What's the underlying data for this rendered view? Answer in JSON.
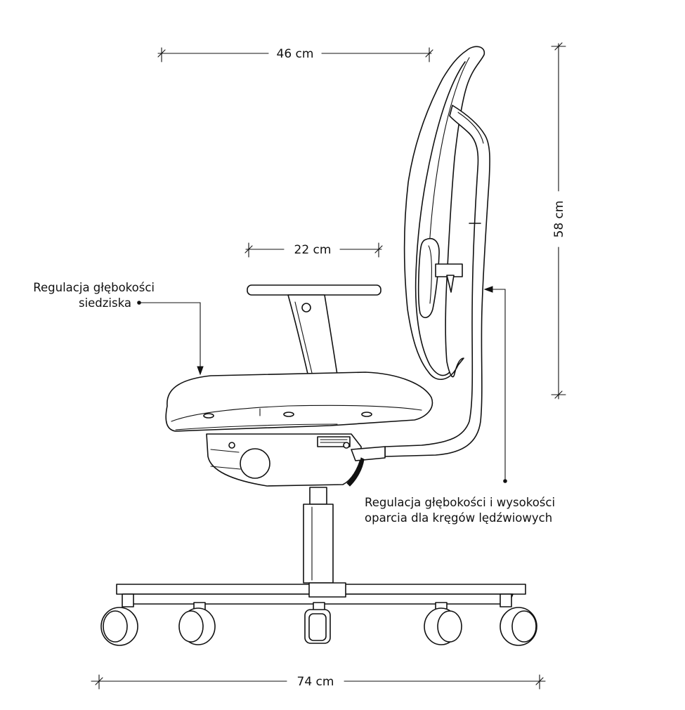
{
  "dimensions": {
    "backrest_depth": "46 cm",
    "armrest_width": "22 cm",
    "backrest_height": "58 cm",
    "base_width": "74 cm"
  },
  "annotations": {
    "seat_depth_line1": "Regulacja głębokości",
    "seat_depth_line2": "siedziska",
    "lumbar_line1": "Regulacja głębokości i wysokości",
    "lumbar_line2": "oparcia dla kręgów lędźwiowych"
  },
  "colors": {
    "line": "#111111",
    "background": "#ffffff"
  }
}
